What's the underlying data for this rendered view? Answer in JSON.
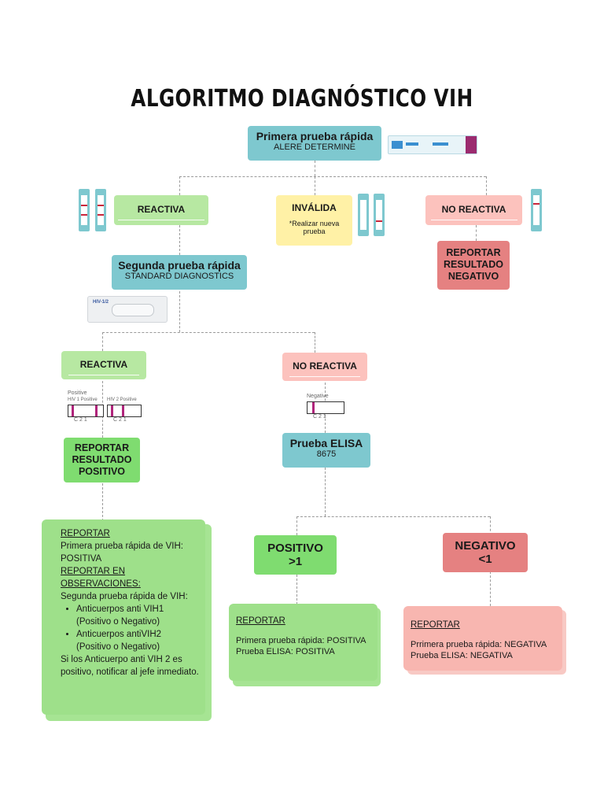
{
  "title": "ALGORITMO DIAGNÓSTICO VIH",
  "first_test": {
    "title": "Primera prueba rápida",
    "subtitle": "ALERE DETERMINE"
  },
  "level1": {
    "reactive": "REACTIVA",
    "invalid": {
      "title": "INVÁLIDA",
      "note": "*Realizar nueva prueba"
    },
    "nonreactive": "NO REACTIVA",
    "report_negative": "REPORTAR RESULTADO NEGATIVO"
  },
  "second_test": {
    "title": "Segunda prueba rápida",
    "subtitle": "STANDARD DIAGNOSTICS",
    "device_label": "HIV-1/2"
  },
  "level2": {
    "reactive": "REACTIVA",
    "nonreactive": "NO REACTIVA",
    "positive_label": "Positive",
    "hiv1_positive": "HIV 1 Positive",
    "hiv2_positive": "HIV 2 Positive",
    "negative_label": "Negative",
    "cassette_marks": "C  2  1",
    "report_positive": "REPORTAR RESULTADO POSITIVO"
  },
  "elisa": {
    "title": "Prueba ELISA",
    "subtitle": "8675"
  },
  "elisa_results": {
    "positive": {
      "title": "POSITIVO",
      "value": ">1"
    },
    "negative": {
      "title": "NEGATIVO",
      "value": "<1"
    }
  },
  "report_left": {
    "heading": "REPORTAR",
    "line1": "Primera prueba rápida de VIH:",
    "line2": "POSITIVA",
    "heading2a": "REPORTAR EN",
    "heading2b": "OBSERVACIONES:",
    "line3": "Segunda prueba rápida de VIH:",
    "bullet1a": "Anticuerpos anti VIH1",
    "bullet1b": "(Positivo o Negativo)",
    "bullet2a": "Anticuerpos antiVIH2",
    "bullet2b": "(Positivo o Negativo)",
    "line4": "Si los Anticuerpo anti VIH 2 es positivo, notificar al jefe inmediato."
  },
  "report_mid": {
    "heading": "REPORTAR",
    "line1": "Primera prueba rápida: POSITIVA",
    "line2": "Prueba ELISA: POSITIVA"
  },
  "report_right": {
    "heading": "REPORTAR",
    "line1": "Prrimera prueba rápida: NEGATIVA",
    "line2": "Prueba ELISA: NEGATIVA"
  },
  "colors": {
    "teal": "#7ec8cf",
    "light_green": "#b7e8a2",
    "green": "#7fdc70",
    "yellow": "#fff1a6",
    "pink": "#fcc2bd",
    "red": "#e58181",
    "test_line": "#c9263b"
  }
}
